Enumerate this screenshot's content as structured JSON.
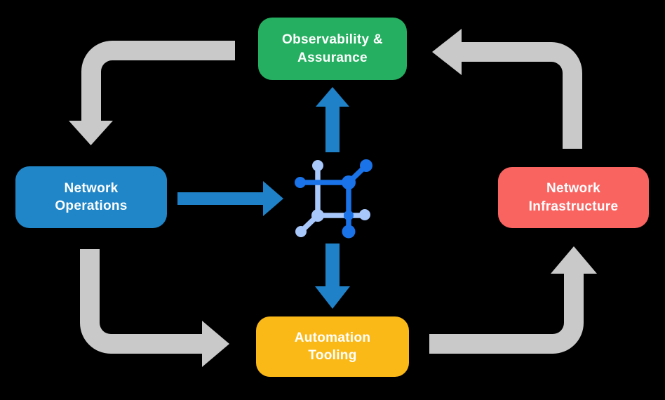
{
  "diagram": {
    "background": "#000000",
    "nodes": [
      {
        "id": "observability-assurance",
        "label": "Observability &\nAssurance",
        "color": "#25AF60"
      },
      {
        "id": "network-operations",
        "label": "Network\nOperations",
        "color": "#2086C7"
      },
      {
        "id": "network-infrastructure",
        "label": "Network\nInfrastructure",
        "color": "#F96461"
      },
      {
        "id": "automation-tooling",
        "label": "Automation\nTooling",
        "color": "#FBB917"
      }
    ],
    "center_icon": {
      "name": "network-mesh-icon",
      "colors": {
        "dark": "#1A73E8",
        "light": "#A8C7FA"
      }
    },
    "arrows": {
      "cycle_color": "#C9C9C9",
      "hub_color": "#1F82C8",
      "cycle": [
        {
          "from": "observability-assurance",
          "to": "network-operations"
        },
        {
          "from": "network-operations",
          "to": "automation-tooling"
        },
        {
          "from": "automation-tooling",
          "to": "network-infrastructure"
        },
        {
          "from": "network-infrastructure",
          "to": "observability-assurance"
        }
      ],
      "hub": [
        {
          "from": "network-operations",
          "to": "center-icon"
        },
        {
          "from": "center-icon",
          "to": "observability-assurance"
        },
        {
          "from": "center-icon",
          "to": "automation-tooling"
        }
      ]
    }
  }
}
